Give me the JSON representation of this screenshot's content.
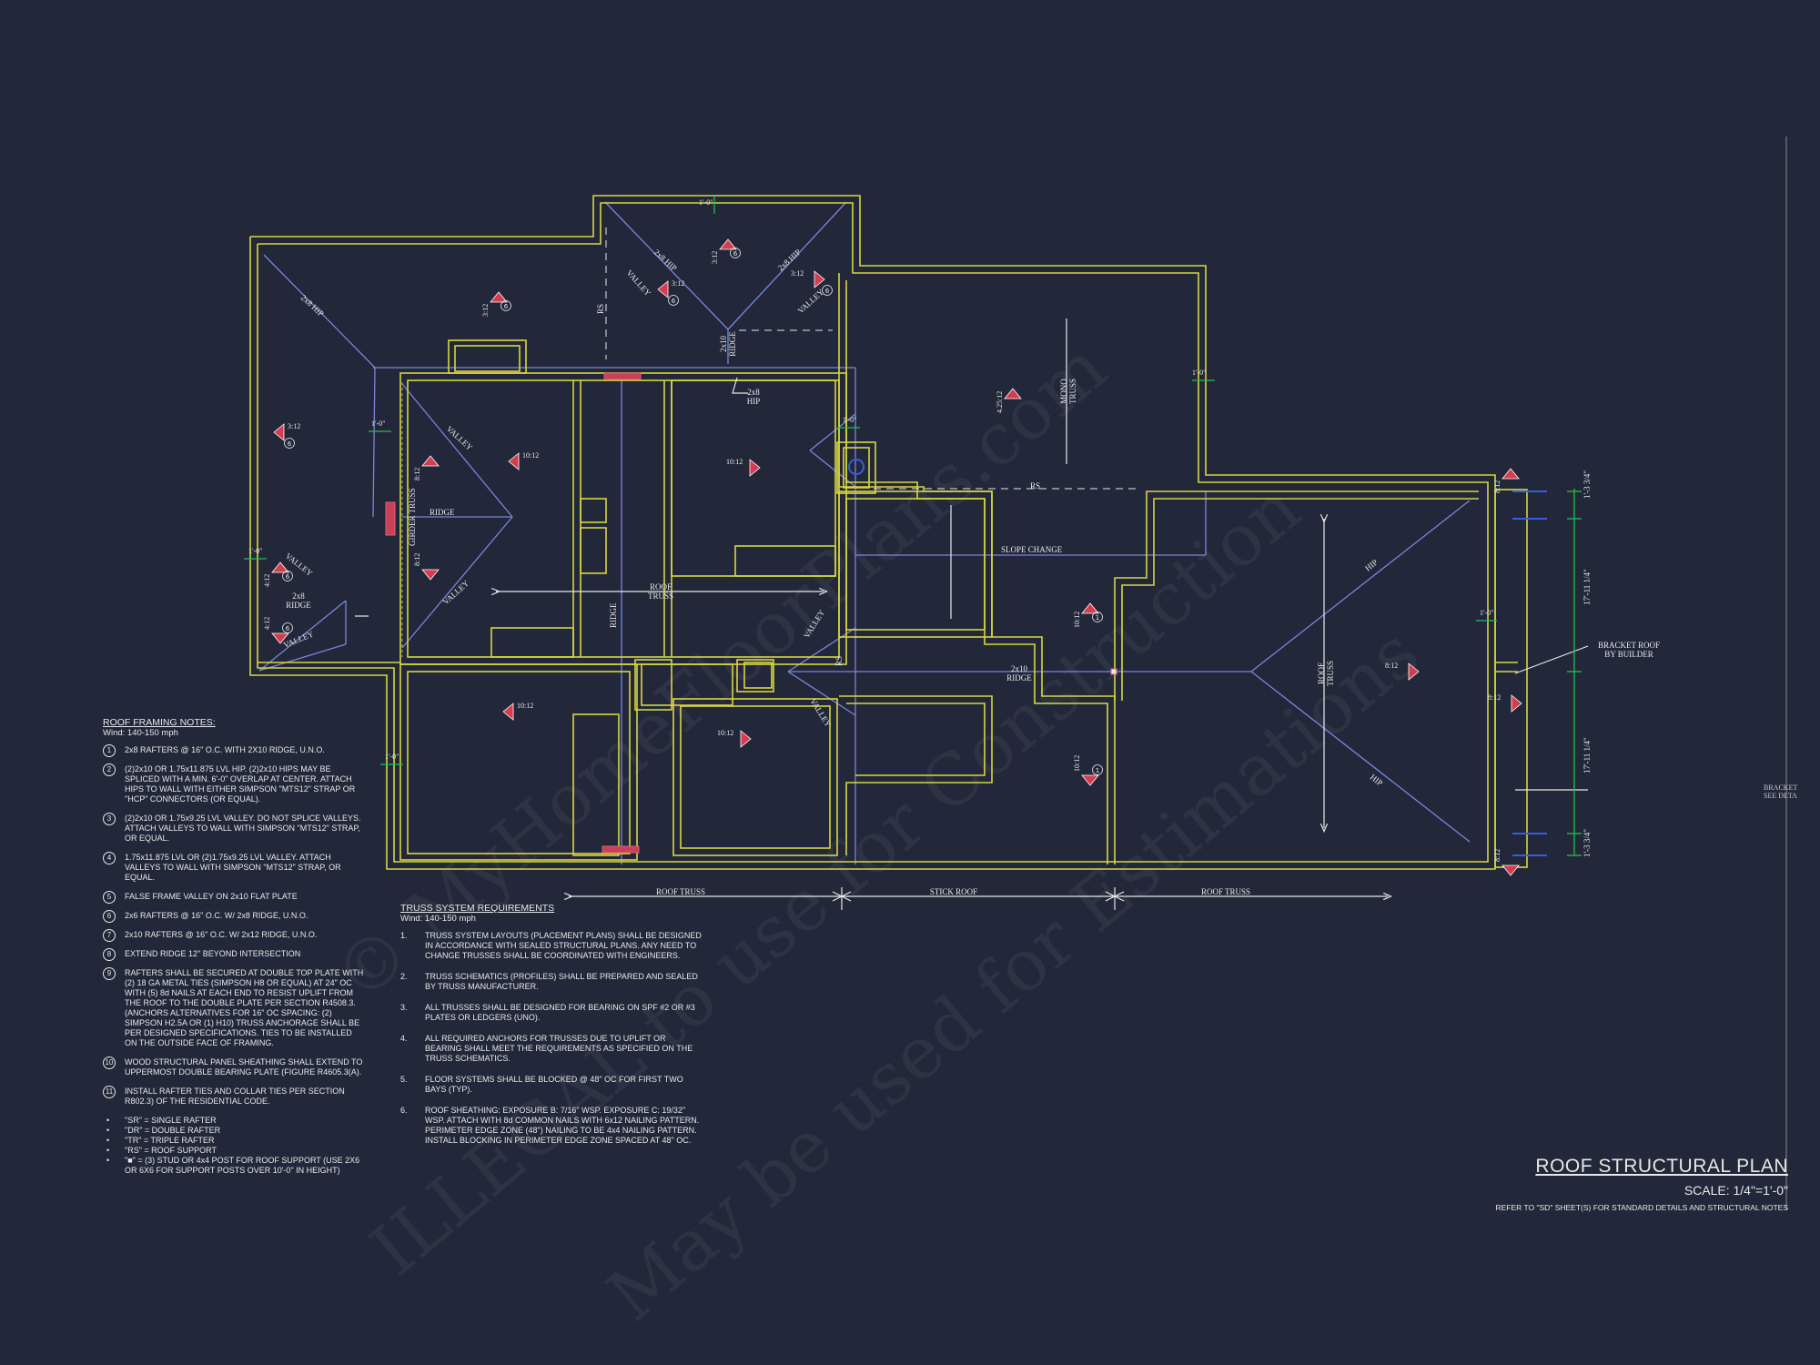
{
  "labels": {
    "hip": "2x8 HIP",
    "hip_plain": "HIP",
    "hip_callout": "2x8\nHIP",
    "ridge": "RIDGE",
    "ridge_2x8": "2x8\nRIDGE",
    "ridge_2x10": "2x10\nRIDGE",
    "valley": "VALLEY",
    "rs": "RS",
    "girder_truss": "GIRDER TRUSS",
    "mono_truss": "MONO\nTRUSS",
    "roof_truss": "ROOF\nTRUSS",
    "slope_change": "SLOPE CHANGE",
    "bracket_callout": "BRACKET ROOF\nBY BUILDER",
    "overhang": "1'-0\"",
    "dim_top": "1'-3 3/4\"",
    "dim_mid1": "17'-11 1/4\"",
    "dim_mid2": "17'-11 1/4\"",
    "dim_bot": "1'-3 3/4\""
  },
  "pitches": {
    "p3_12": "3:12",
    "p4_12": "4:12",
    "p8_12": "8:12",
    "p10_12": "10:12",
    "p4_25": "4.25:12"
  },
  "bottom_dims": [
    "ROOF TRUSS",
    "STICK ROOF",
    "ROOF TRUSS"
  ],
  "roof_framing": {
    "heading": "ROOF FRAMING NOTES:",
    "wind": "Wind: 140-150 mph",
    "items": [
      {
        "n": "1",
        "text": "2x8 RAFTERS @ 16\" O.C. WITH 2X10 RIDGE, U.N.O."
      },
      {
        "n": "2",
        "text": "(2)2x10 OR 1.75x11.875 LVL HIP. (2)2x10 HIPS MAY BE SPLICED WITH A MIN. 6'-0\" OVERLAP AT CENTER. ATTACH HIPS TO WALL WITH EITHER SIMPSON \"MTS12\" STRAP OR \"HCP\" CONNECTORS (OR EQUAL)."
      },
      {
        "n": "3",
        "text": "(2)2x10 OR 1.75x9.25 LVL VALLEY. DO NOT SPLICE VALLEYS. ATTACH VALLEYS TO WALL WITH SIMPSON \"MTS12\" STRAP, OR EQUAL."
      },
      {
        "n": "4",
        "text": "1.75x11.875 LVL OR (2)1.75x9.25 LVL VALLEY. ATTACH VALLEYS TO WALL WITH SIMPSON \"MTS12\" STRAP, OR EQUAL."
      },
      {
        "n": "5",
        "text": "FALSE FRAME VALLEY ON 2x10 FLAT PLATE"
      },
      {
        "n": "6",
        "text": "2x6 RAFTERS @ 16\" O.C. W/ 2x8 RIDGE, U.N.O."
      },
      {
        "n": "7",
        "text": "2x10 RAFTERS @ 16\" O.C. W/ 2x12 RIDGE, U.N.O."
      },
      {
        "n": "8",
        "text": "EXTEND RIDGE 12\" BEYOND INTERSECTION"
      },
      {
        "n": "9",
        "text": "RAFTERS SHALL BE SECURED AT DOUBLE TOP PLATE WITH (2) 18 GA METAL TIES (SIMPSON H8 OR EQUAL) AT 24\" OC WITH (5) 8d NAILS AT EACH END TO RESIST UPLIFT FROM THE ROOF TO THE DOUBLE PLATE PER SECTION R4508.3. (ANCHORS ALTERNATIVES FOR 16\" OC SPACING: (2) SIMPSON H2.5A OR (1) H10) TRUSS ANCHORAGE SHALL BE PER DESIGNED SPECIFICATIONS. TIES TO BE INSTALLED ON THE OUTSIDE FACE OF FRAMING."
      },
      {
        "n": "10",
        "text": "WOOD STRUCTURAL PANEL SHEATHING SHALL EXTEND TO UPPERMOST DOUBLE BEARING PLATE (FIGURE R4605.3(A)."
      },
      {
        "n": "11",
        "text": "INSTALL RAFTER TIES AND COLLAR TIES PER SECTION R802.3) OF THE RESIDENTIAL CODE."
      }
    ],
    "legend": [
      "\"SR\" = SINGLE RAFTER",
      "\"DR\" = DOUBLE RAFTER",
      "\"TR\" = TRIPLE RAFTER",
      "\"RS\" = ROOF SUPPORT",
      "\"■\" = (3) STUD OR 4x4 POST FOR ROOF SUPPORT (USE 2X6 OR 6X6 FOR SUPPORT POSTS OVER 10'-0\" IN HEIGHT)"
    ]
  },
  "truss_system": {
    "heading": "TRUSS SYSTEM REQUIREMENTS",
    "wind": "Wind: 140-150 mph",
    "items": [
      {
        "n": "1.",
        "text": "TRUSS SYSTEM LAYOUTS (PLACEMENT PLANS) SHALL BE DESIGNED IN ACCORDANCE WITH SEALED STRUCTURAL PLANS. ANY NEED TO CHANGE TRUSSES SHALL BE COORDINATED WITH ENGINEERS."
      },
      {
        "n": "2.",
        "text": "TRUSS SCHEMATICS (PROFILES) SHALL BE PREPARED AND SEALED BY TRUSS MANUFACTURER."
      },
      {
        "n": "3.",
        "text": "ALL TRUSSES SHALL BE DESIGNED FOR BEARING ON SPF #2 OR #3 PLATES OR LEDGERS (UNO)."
      },
      {
        "n": "4.",
        "text": "ALL REQUIRED ANCHORS FOR TRUSSES DUE TO UPLIFT OR BEARING SHALL MEET THE REQUIREMENTS AS SPECIFIED ON THE TRUSS SCHEMATICS."
      },
      {
        "n": "5.",
        "text": "FLOOR SYSTEMS SHALL BE BLOCKED @ 48\" OC FOR FIRST TWO BAYS (TYP)."
      },
      {
        "n": "6.",
        "text": "ROOF SHEATHING: EXPOSURE B: 7/16\" WSP. EXPOSURE C: 19/32\" WSP. ATTACH WITH 8d COMMON NAILS WITH 6x12 NAILING PATTERN. PERIMETER EDGE ZONE (48\") NAILING TO BE 4x4 NAILING PATTERN. INSTALL BLOCKING IN PERIMETER EDGE ZONE SPACED AT 48\" OC."
      }
    ]
  },
  "title_block": {
    "title": "ROOF STRUCTURAL PLAN",
    "scale": "SCALE: 1/4\"=1'-0\"",
    "refer": "REFER TO \"SD\" SHEET(S) FOR STANDARD DETAILS AND STRUCTURAL NOTES"
  },
  "edge_note": {
    "line1": "BRACKET",
    "line2": "SEE DETA"
  },
  "watermark": {
    "line1": "© MyHomeFloorPlans.com",
    "line2": "ILLEGAL to use for Construction",
    "line3": "May be used for Estimations"
  },
  "colors": {
    "background": "#22283a",
    "walls": "#d8d640",
    "roof_lines": "#7a86d8",
    "text": "#e8e8e8",
    "pitch_marker": "#d43c50",
    "dimension": "#22c04a",
    "post": "#c8405a"
  }
}
